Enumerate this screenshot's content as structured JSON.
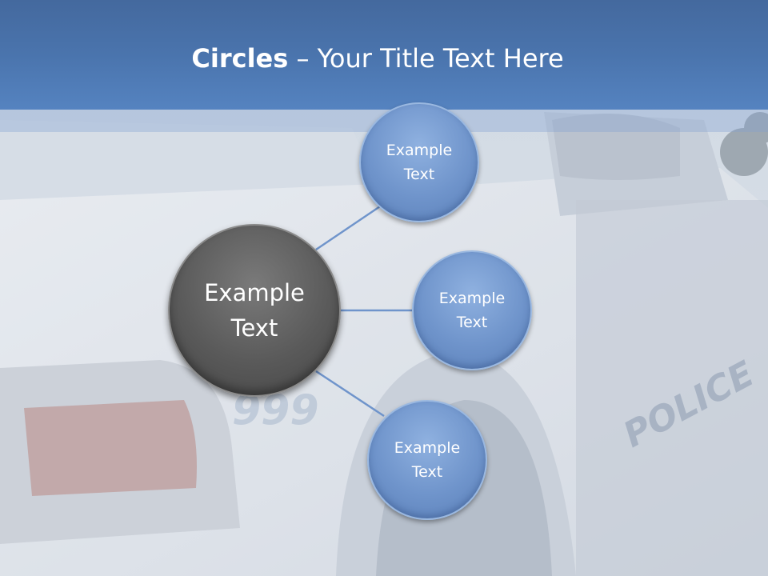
{
  "slide": {
    "title_bold": "Circles",
    "title_rest": " – Your Title Text Here"
  },
  "diagram": {
    "center": {
      "line1": "Example",
      "line2": "Text"
    },
    "satellites": [
      {
        "line1": "Example",
        "line2": "Text"
      },
      {
        "line1": "Example",
        "line2": "Text"
      },
      {
        "line1": "Example",
        "line2": "Text"
      }
    ]
  },
  "colors": {
    "header": "#4a74ad",
    "satellite": "#6f94cb",
    "center": "#5a5a5a",
    "connector": "#6f94cb"
  }
}
